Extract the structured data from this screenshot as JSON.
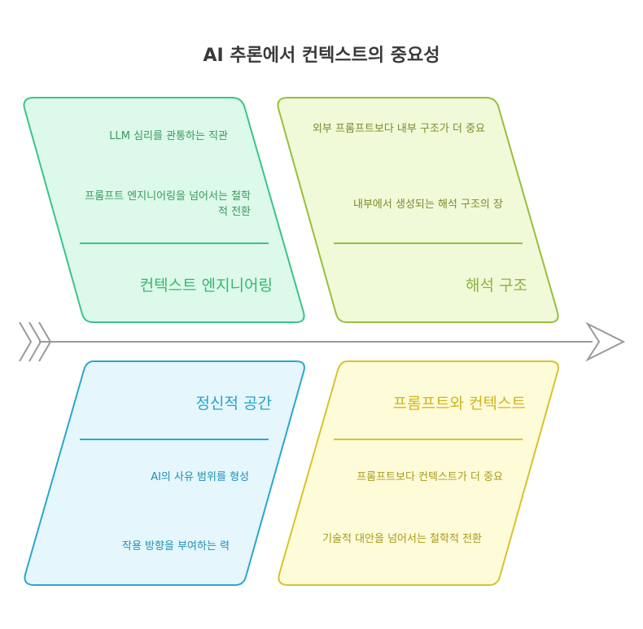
{
  "title": "AI 추론에서 컨텍스트의 중요성",
  "quadrants": {
    "top_left": {
      "heading": "컨텍스트 엔지니어링",
      "items": [
        "LLM 심리를 관통하는 직관",
        "프롬프트 엔지니어링을 넘어서는 철학적 전환"
      ],
      "fill": "#dcf9ea",
      "stroke": "#3cc38a"
    },
    "top_right": {
      "heading": "해석 구조",
      "items": [
        "외부 프롬프트보다 내부 구조가 더 중요",
        "내부에서 생성되는 해석 구조의 장"
      ],
      "fill": "#f0fad8",
      "stroke": "#96bf3c"
    },
    "bottom_left": {
      "heading": "정신적 공간",
      "items": [
        "AI의 사유 범위를 형성",
        "작용 방향을 부여하는 력"
      ],
      "fill": "#e5f7fc",
      "stroke": "#2aa6cf"
    },
    "bottom_right": {
      "heading": "프롬프트와 컨텍스트",
      "items": [
        "프롬프트보다 컨텍스트가 더 중요",
        "기술적 대안을 넘어서는 철학적 전환"
      ],
      "fill": "#fefbd9",
      "stroke": "#d6c42a"
    }
  },
  "spine_color": "#9a9a9a"
}
